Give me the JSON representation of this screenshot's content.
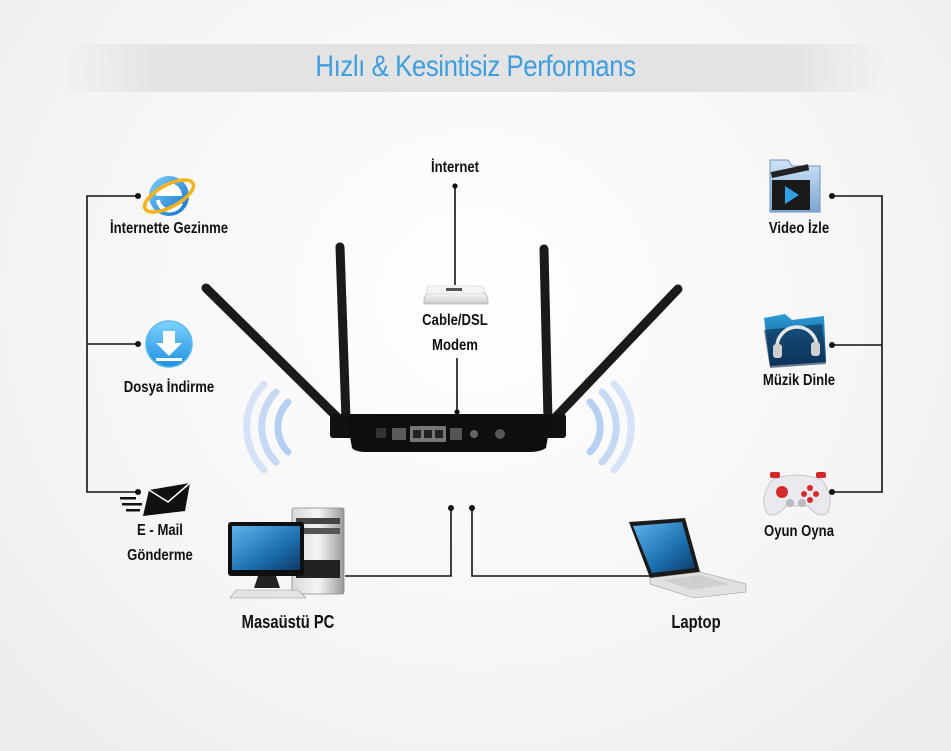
{
  "title": "Hızlı & Kesintisiz Performans",
  "center": {
    "internet": "İnternet",
    "modem_line1": "Cable/DSL",
    "modem_line2": "Modem"
  },
  "left": {
    "browse": "İnternette Gezinme",
    "download": "Dosya İndirme",
    "email_line1": "E - Mail",
    "email_line2": "Gönderme"
  },
  "right": {
    "video": "Video İzle",
    "music": "Müzik Dinle",
    "game": "Oyun Oyna"
  },
  "bottom": {
    "desktop": "Masaüstü PC",
    "laptop": "Laptop"
  },
  "icons": {
    "browse": "internet-explorer-icon",
    "download": "download-icon",
    "email": "email-envelope-icon",
    "video": "video-folder-icon",
    "music": "music-folder-icon",
    "game": "gamepad-icon",
    "desktop": "desktop-pc-icon",
    "laptop": "laptop-icon",
    "modem": "modem-icon",
    "router": "router-icon"
  },
  "colors": {
    "title": "#3d9ee0",
    "wifi": "#a9c8f2",
    "connector": "#111111"
  }
}
